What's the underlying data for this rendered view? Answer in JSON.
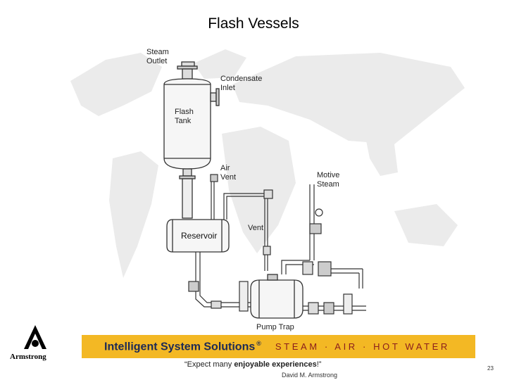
{
  "slide": {
    "title": "Flash Vessels",
    "page_number": "23"
  },
  "diagram": {
    "labels": {
      "steam_outlet_1": "Steam",
      "steam_outlet_2": "Outlet",
      "condensate_inlet_1": "Condensate",
      "condensate_inlet_2": "Inlet",
      "flash_tank_1": "Flash",
      "flash_tank_2": "Tank",
      "air_vent_1": "Air",
      "air_vent_2": "Vent",
      "motive_steam_1": "Motive",
      "motive_steam_2": "Steam",
      "reservoir": "Reservoir",
      "vent": "Vent",
      "pump_trap": "Pump Trap"
    }
  },
  "footer": {
    "banner_main": "Intelligent System Solutions",
    "banner_reg": "®",
    "banner_tagline": "STEAM · AIR · HOT WATER",
    "logo_text": "Armstrong",
    "quote_prefix": "“Expect many ",
    "quote_emphasis": "enjoyable experiences",
    "quote_suffix": "!”",
    "author": "David M. Armstrong"
  },
  "colors": {
    "banner_bg": "#f3b824",
    "banner_text": "#1d2a55",
    "tagline_text": "#8a1c1c",
    "map_fill": "#ebebeb"
  }
}
